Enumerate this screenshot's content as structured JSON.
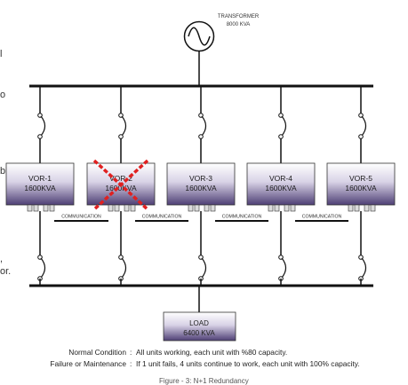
{
  "left_edge_text": [
    "l",
    "o",
    "ble",
    ",",
    "or."
  ],
  "transformer": {
    "line1": "TRANSFORMER",
    "line2": "8000 KVA"
  },
  "units": [
    {
      "name": "VOR-1",
      "rating": "1600KVA",
      "failed": false
    },
    {
      "name": "VOR-2",
      "rating": "1600KVA",
      "failed": true
    },
    {
      "name": "VOR-3",
      "rating": "1600KVA",
      "failed": false
    },
    {
      "name": "VOR-4",
      "rating": "1600KVA",
      "failed": false
    },
    {
      "name": "VOR-5",
      "rating": "1600KVA",
      "failed": false
    }
  ],
  "communication_label": "COMMUNICATION",
  "load": {
    "line1": "LOAD",
    "line2": "6400 KVA"
  },
  "notes": [
    {
      "label": "Normal Condition",
      "text": "All units working, each unit with %80 capacity."
    },
    {
      "label": "Failure or Maintenance",
      "text": "If 1 unit fails, 4 units continue to work, each unit with 100% capacity."
    }
  ],
  "caption": "Figure - 3: N+1 Redundancy",
  "colors": {
    "unit_gradient_top": "#ffffff",
    "unit_gradient_bottom": "#5a4a80",
    "failed_mark": "#e02020",
    "bus": "#111111"
  }
}
